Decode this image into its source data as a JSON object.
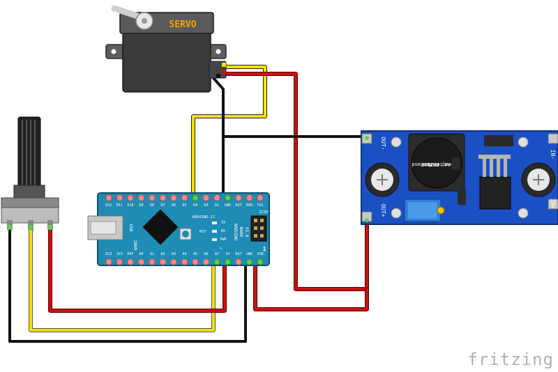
{
  "servo": {
    "label": "SERVO"
  },
  "arduino": {
    "top_pins": [
      "D12",
      "D11",
      "D10",
      "D9",
      "D8",
      "D7",
      "D6",
      "D5",
      "D4",
      "D3",
      "D2",
      "GND",
      "RST",
      "RX0",
      "TX1"
    ],
    "bottom_pins": [
      "D13",
      "3V3",
      "REF",
      "A0",
      "A1",
      "A2",
      "A3",
      "A4",
      "A5",
      "A6",
      "A7",
      "5V",
      "RST",
      "GND",
      "VIN"
    ],
    "usb": "USB",
    "brand": "ARDUINO.CC",
    "model_line1": "ARDUINO",
    "model_line2": "NANO",
    "model_line3": "V3.0",
    "year": "2009",
    "icsp": "ICSP",
    "rst": "RST",
    "led_l": "L",
    "led_pwr": "PWR",
    "led_tx": "TX",
    "led_rx": "RX",
    "pin_one": "1"
  },
  "buck": {
    "line1": "RoeRand",
    "line2": "LM2596",
    "line3": "Adj Buck",
    "line4": "Converter",
    "out_minus": "OUT-",
    "out_plus": "OUT+",
    "in_minus": "IN-",
    "in_plus": "IN+"
  },
  "watermark": "fritzing",
  "colors": {
    "wire_red": "#cc1111",
    "wire_black": "#111111",
    "wire_yellow": "#f2e200",
    "arduino_board": "#1e8cb4",
    "buck_board": "#1b4fc4",
    "servo_body": "#3a3a3a"
  }
}
